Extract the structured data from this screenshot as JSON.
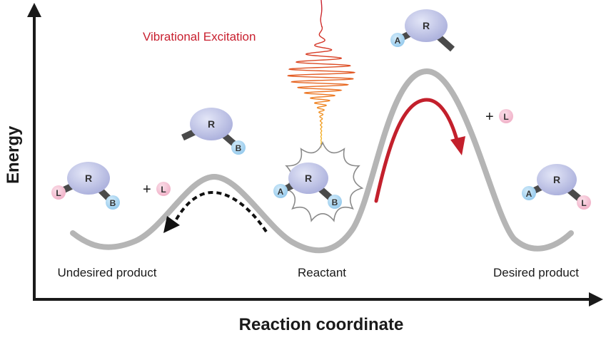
{
  "axes": {
    "y_label": "Energy",
    "x_label": "Reaction coordinate"
  },
  "excitation_label": "Vibrational Excitation",
  "states": {
    "undesired": "Undesired product",
    "reactant": "Reactant",
    "desired": "Desired product"
  },
  "atoms": {
    "R": "R",
    "A": "A",
    "B": "B",
    "L": "L"
  },
  "plus": "+",
  "colors": {
    "curve": "#b5b5b5",
    "title_red": "#c8202f",
    "arrow_red": "#c3202c",
    "central_atom": "#b7bce3",
    "atom_blue": "#a9d6f2",
    "atom_pink": "#f6c4d6",
    "bond": "#4a4a4a"
  },
  "icons": [
    "energy-axis-arrow",
    "reaction-axis-arrow",
    "vibrational-wave-icon",
    "collision-burst-icon",
    "dashed-arrow-icon",
    "red-arrow-icon"
  ]
}
